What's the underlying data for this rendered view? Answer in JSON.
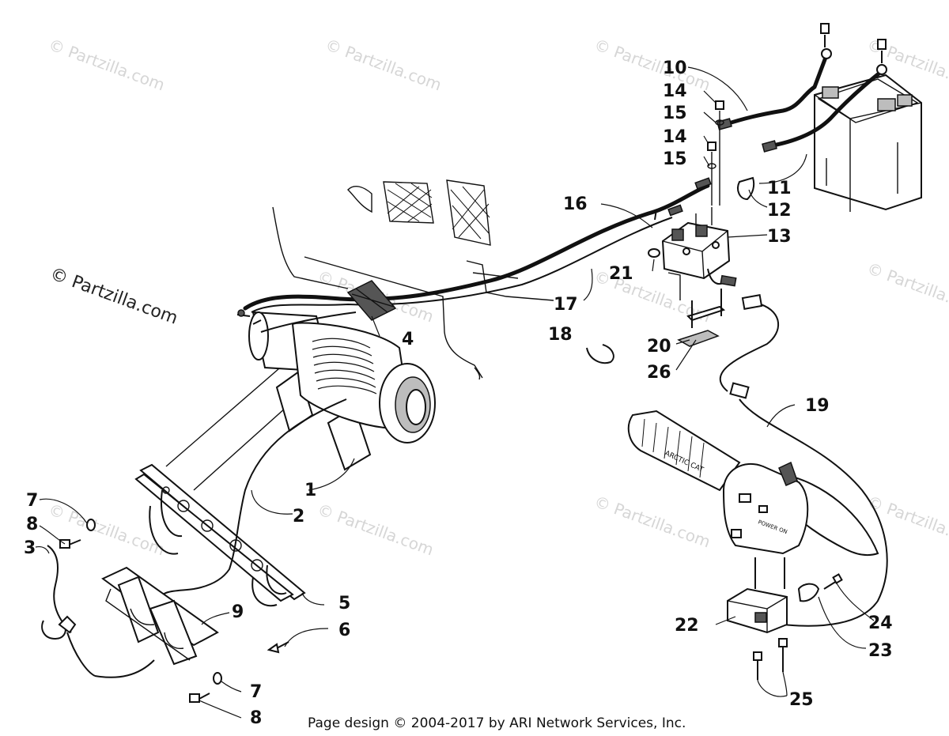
{
  "watermark": {
    "text": "© Partzilla.com",
    "primary_text": "© Partzilla.com"
  },
  "footer": {
    "text": "Page design © 2004-2017 by ARI Network Services, Inc."
  },
  "callouts": {
    "c1": "1",
    "c2": "2",
    "c3": "3",
    "c4": "4",
    "c5": "5",
    "c6": "6",
    "c7a": "7",
    "c7b": "7",
    "c8a": "8",
    "c8b": "8",
    "c9": "9",
    "c10": "10",
    "c11": "11",
    "c12": "12",
    "c13": "13",
    "c14a": "14",
    "c14b": "14",
    "c15a": "15",
    "c15b": "15",
    "c16": "16",
    "c17": "17",
    "c18": "18",
    "c19": "19",
    "c20": "20",
    "c21": "21",
    "c22": "22",
    "c23": "23",
    "c24": "24",
    "c25": "25",
    "c26": "26"
  },
  "grip_label": "ARCTIC CAT",
  "switch_label": "POWER ON"
}
